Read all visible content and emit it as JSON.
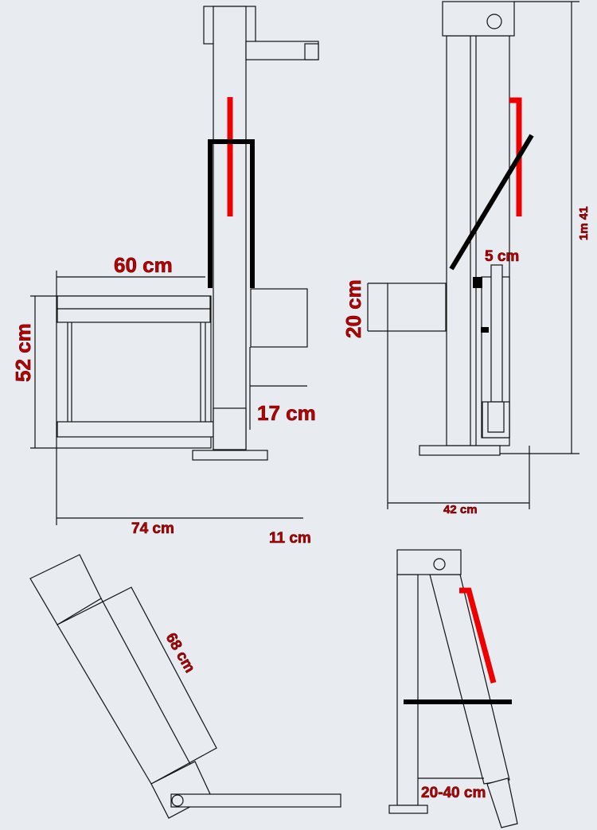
{
  "labels": {
    "seat_depth": "60 cm",
    "seat_height_span": "52 cm",
    "post_offset": "17 cm",
    "total_length": "74 cm",
    "base_offset": "11 cm",
    "box_height": "20 cm",
    "slot_size": "5 cm",
    "side_width": "42 cm",
    "total_height": "1m 41",
    "tube_length": "68 cm",
    "adjust_range": "20-40 cm"
  },
  "colors": {
    "dimension_text": "#c00000",
    "highlight": "#e00000",
    "background": "#e8ebf0"
  }
}
